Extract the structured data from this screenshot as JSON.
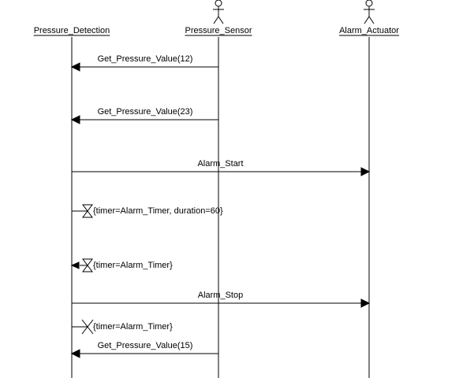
{
  "lifelines": [
    {
      "id": "detection",
      "name": "Pressure_Detection",
      "actor": false
    },
    {
      "id": "sensor",
      "name": "Pressure_Sensor",
      "actor": true
    },
    {
      "id": "actuator",
      "name": "Alarm_Actuator",
      "actor": true
    }
  ],
  "events": [
    {
      "kind": "message",
      "label": "Get_Pressure_Value(12)",
      "from": "sensor",
      "to": "detection"
    },
    {
      "kind": "message",
      "label": "Get_Pressure_Value(23)",
      "from": "sensor",
      "to": "detection"
    },
    {
      "kind": "message",
      "label": "Alarm_Start",
      "from": "detection",
      "to": "actuator"
    },
    {
      "kind": "timer",
      "action": "start",
      "label": "{timer=Alarm_Timer, duration=60}",
      "on": "detection"
    },
    {
      "kind": "timer",
      "action": "timeout",
      "label": "{timer=Alarm_Timer}",
      "on": "detection"
    },
    {
      "kind": "message",
      "label": "Alarm_Stop",
      "from": "detection",
      "to": "actuator"
    },
    {
      "kind": "timer",
      "action": "cancel",
      "label": "{timer=Alarm_Timer}",
      "on": "detection"
    },
    {
      "kind": "message",
      "label": "Get_Pressure_Value(15)",
      "from": "sensor",
      "to": "detection"
    }
  ]
}
